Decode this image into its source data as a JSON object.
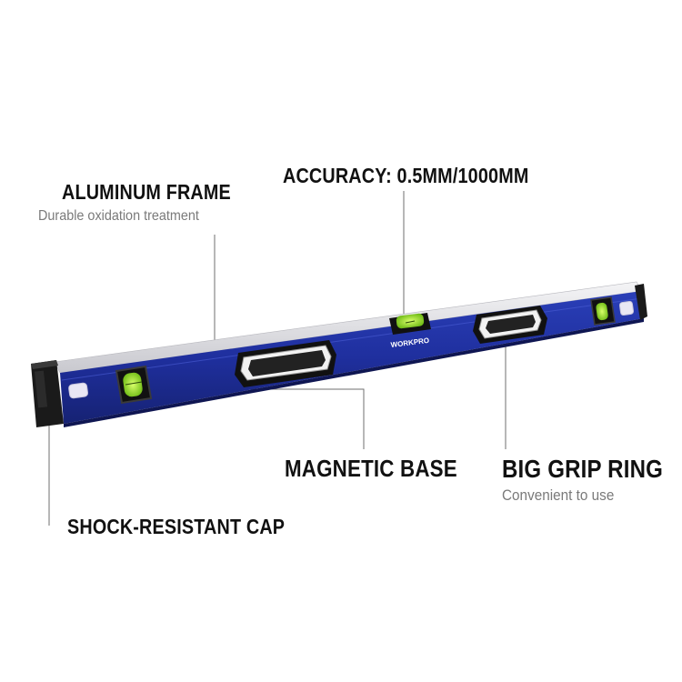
{
  "labels": {
    "aluminum_frame": {
      "title": "ALUMINUM FRAME",
      "subtitle": "Durable oxidation treatment"
    },
    "accuracy": {
      "title": "ACCURACY: 0.5MM/1000MM"
    },
    "magnetic_base": {
      "title": "MAGNETIC BASE"
    },
    "big_grip_ring": {
      "title": "BIG GRIP RING",
      "subtitle": "Convenient to use"
    },
    "shock_resistant_cap": {
      "title": "SHOCK-RESISTANT CAP"
    }
  },
  "product": {
    "brand": "WORKPRO",
    "body_color": "#1f2f9e",
    "vial_color": "#9be22a",
    "cap_color": "#1a1a1a"
  }
}
